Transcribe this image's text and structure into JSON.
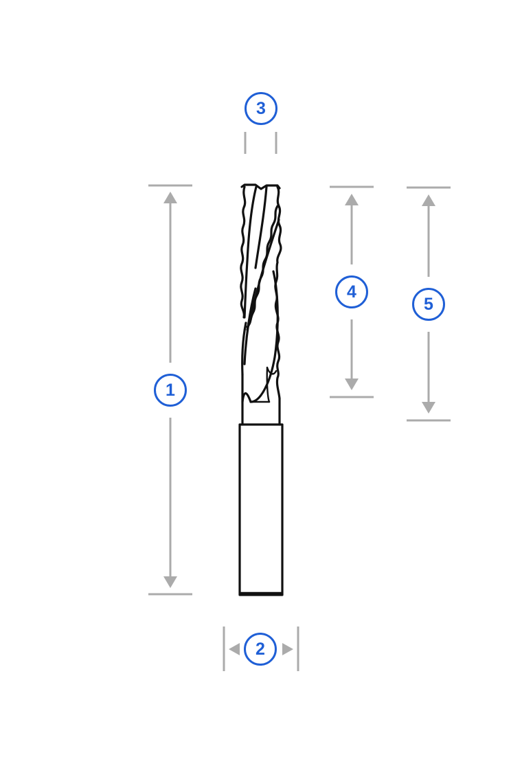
{
  "callouts": {
    "overall_length": {
      "label": "1"
    },
    "shank_diameter": {
      "label": "2"
    },
    "cutting_diameter": {
      "label": "3"
    },
    "cutting_length": {
      "label": "4"
    },
    "flute_length": {
      "label": "5"
    }
  },
  "colors": {
    "callout": "#1f5fd6",
    "dimension_line": "#ababab",
    "tool_outline": "#111111"
  }
}
